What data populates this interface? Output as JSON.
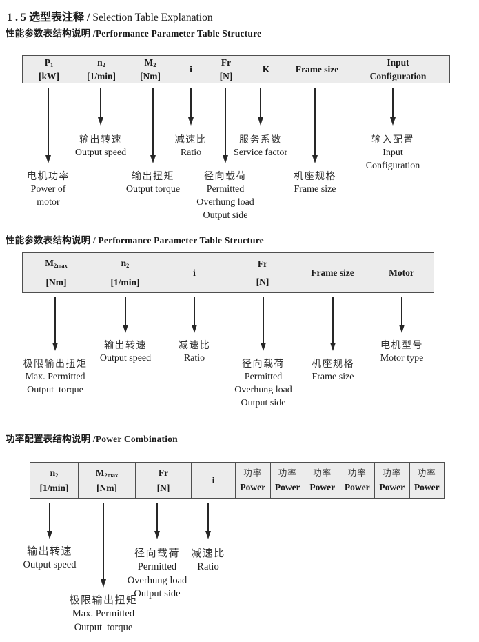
{
  "title": {
    "cn": "1 . 5 选型表注释 /",
    "en": " Selection Table Explanation"
  },
  "colors": {
    "table_fill": "#ececec",
    "table_border": "#4f4f4f",
    "text": "#1a1a1a"
  },
  "s1": {
    "heading": "性能参数表结构说明 /Performance Parameter Table Structure",
    "columns": [
      {
        "l1": "P",
        "sub": "1",
        "l2": "[kW]"
      },
      {
        "l1": "n",
        "sub": "2",
        "l2": "[1/min]"
      },
      {
        "l1": "M",
        "sub": "2",
        "l2": "[Nm]"
      },
      {
        "l1": "i"
      },
      {
        "l1": "Fr",
        "l2": "[N]"
      },
      {
        "l1": "K"
      },
      {
        "l1": "Frame size"
      },
      {
        "l1": "Input",
        "l2": "Configuration"
      }
    ],
    "callouts": [
      {
        "lines": [
          "电机功率",
          "Power of",
          "motor"
        ]
      },
      {
        "lines": [
          "输出转速",
          "Output speed"
        ]
      },
      {
        "lines": [
          "输出扭矩",
          "Output torque"
        ]
      },
      {
        "lines": [
          "减速比",
          "Ratio"
        ]
      },
      {
        "lines": [
          "径向载荷",
          "Permitted",
          "Overhung load",
          "Output side"
        ]
      },
      {
        "lines": [
          "服务系数",
          "Service factor"
        ]
      },
      {
        "lines": [
          "机座规格",
          "Frame size"
        ]
      },
      {
        "lines": [
          "输入配置",
          "Input",
          "Configuration"
        ]
      }
    ]
  },
  "s2": {
    "heading": "性能参数表结构说明 / Performance Parameter Table Structure",
    "columns": [
      {
        "l1": "M",
        "sub": "2max",
        "l2": "[Nm]"
      },
      {
        "l1": "n",
        "sub": "2",
        "l2": "[1/min]"
      },
      {
        "l1": "i"
      },
      {
        "l1": "Fr",
        "l2": "[N]"
      },
      {
        "l1": "Frame size"
      },
      {
        "l1": "Motor"
      }
    ],
    "callouts": [
      {
        "lines": [
          "极限输出扭矩",
          "Max. Permitted",
          "Output  torque"
        ]
      },
      {
        "lines": [
          "输出转速",
          "Output speed"
        ]
      },
      {
        "lines": [
          "减速比",
          "Ratio"
        ]
      },
      {
        "lines": [
          "径向载荷",
          "Permitted",
          "Overhung load",
          "Output side"
        ]
      },
      {
        "lines": [
          "机座规格",
          "Frame size"
        ]
      },
      {
        "lines": [
          "电机型号",
          "Motor type"
        ]
      }
    ]
  },
  "s3": {
    "heading": "功率配置表结构说明 /Power Combination",
    "columns": [
      {
        "l1": "n",
        "sub": "2",
        "l2": "[1/min]"
      },
      {
        "l1": "M",
        "sub": "2max",
        "l2": "[Nm]"
      },
      {
        "l1": "Fr",
        "l2": "[N]"
      },
      {
        "l1": "i"
      }
    ],
    "power_columns": [
      {
        "cn": "功率",
        "en": "Power"
      },
      {
        "cn": "功率",
        "en": "Power"
      },
      {
        "cn": "功率",
        "en": "Power"
      },
      {
        "cn": "功率",
        "en": "Power"
      },
      {
        "cn": "功率",
        "en": "Power"
      },
      {
        "cn": "功率",
        "en": "Power"
      }
    ],
    "callouts": [
      {
        "lines": [
          "输出转速",
          "Output speed"
        ]
      },
      {
        "lines": [
          "极限输出扭矩",
          "Max. Permitted",
          "Output  torque"
        ]
      },
      {
        "lines": [
          "径向载荷",
          "Permitted",
          "Overhung load",
          "Output side"
        ]
      },
      {
        "lines": [
          "减速比",
          "Ratio"
        ]
      }
    ]
  }
}
